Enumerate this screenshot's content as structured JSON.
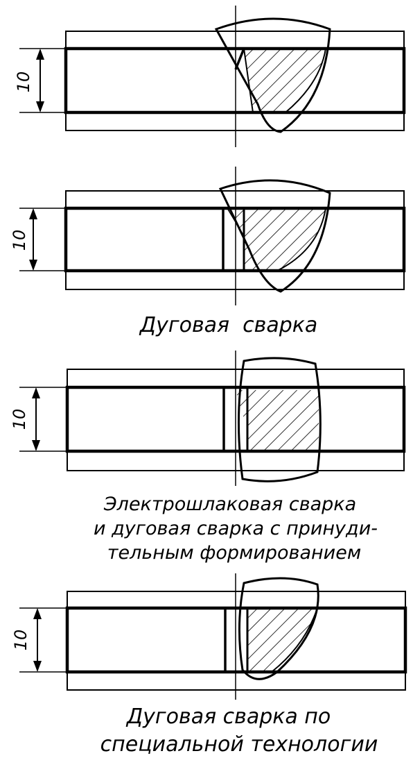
{
  "dimension_label": "10",
  "captions": {
    "arc": "Дуговая  сварка",
    "electroslag": [
      "Электрошлаковая сварка",
      "и дуговая сварка с принуди-",
      "тельным формированием"
    ],
    "special": [
      "Дуговая сварка по",
      "специальной технологии"
    ]
  }
}
